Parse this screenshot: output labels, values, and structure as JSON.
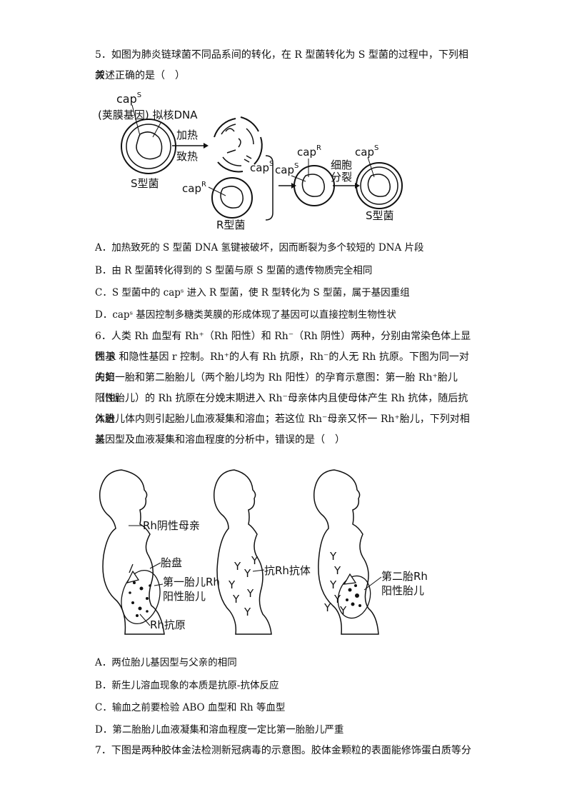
{
  "q5": {
    "stem_line1": "5．如图为肺炎链球菌不同品系间的转化，在 R 型菌转化为 S 型菌的过程中，下列相关",
    "stem_line2": "叙述正确的是（　）",
    "diagram": {
      "cap_s_top": "cap",
      "cap_s_sup": "S",
      "left_label": "(荚膜基因) 拟核DNA",
      "arrow_top": "加热",
      "arrow_bottom": "致热",
      "s_label": "S型菌",
      "cap_r": "cap",
      "cap_r_sup": "R",
      "r_label": "R型菌",
      "cap_s_mid": "cap",
      "cap_s_mid_sup": "S",
      "cap_s_mid2": "cap",
      "cap_s_mid2_sup": "S",
      "cap_r_right": "cap",
      "cap_r_right_sup": "R",
      "divide_top": "细胞",
      "divide_bottom": "分裂",
      "cap_s_right": "cap",
      "cap_s_right_sup": "S",
      "s_label2": "S型菌"
    },
    "options": [
      "A．加热致死的 S 型菌 DNA 氢键被破坏，因而断裂为多个较短的 DNA 片段",
      "B．由 R 型菌转化得到的 S 型菌与原 S 型菌的遗传物质完全相同",
      "C．S 型菌中的 capˢ 进入 R 型菌，使 R 型转化为 S 型菌，属于基因重组",
      "D．capˢ 基因控制多糖类荚膜的形成体现了基因可以直接控制生物性状"
    ]
  },
  "q6": {
    "lines": [
      "6．人类 Rh 血型有 Rh⁺（Rh 阳性）和 Rh⁻（Rh 阴性）两种，分别由常染色体上显性基",
      "因 R 和隐性基因 r 控制。Rh⁺的人有 Rh 抗原，Rh⁻的人无 Rh 抗原。下图为同一对夫妇",
      "的第一胎和第二胎胎儿（两个胎儿均为 Rh 阳性）的孕育示意图：第一胎 Rh⁺胎儿（Rh",
      "阳性胎儿）的 Rh 抗原在分娩末期进入 Rh⁻母亲体内且使母体产生 Rh 抗体，随后抗体进",
      "入胎儿体内则引起胎儿血液凝集和溶血；若这位 Rh⁻母亲又怀一 Rh⁺胎儿，下列对相关",
      "基因型及血液凝集和溶血程度的分析中，错误的是（　）"
    ],
    "figure": {
      "rh_neg_mother": "Rh阴性母亲",
      "placenta": "胎盘",
      "first_fetus_1": "第一胎儿Rh",
      "first_fetus_2": "阳性胎儿",
      "rh_antigen": "Rh抗原",
      "anti_rh": "抗Rh抗体",
      "second_fetus_1": "第二胎Rh",
      "second_fetus_2": "阳性胎儿"
    },
    "options": [
      "A．两位胎儿基因型与父亲的相同",
      "B．新生儿溶血现象的本质是抗原-抗体反应",
      "C．输血之前要检验 ABO 血型和 Rh 等血型",
      "D．第二胎胎儿血液凝集和溶血程度一定比第一胎胎儿严重"
    ]
  },
  "q7": {
    "line1": "7．下图是两种胶体金法检测新冠病毒的示意图。胶体金颗粒的表面能修饰蛋白质等分"
  }
}
